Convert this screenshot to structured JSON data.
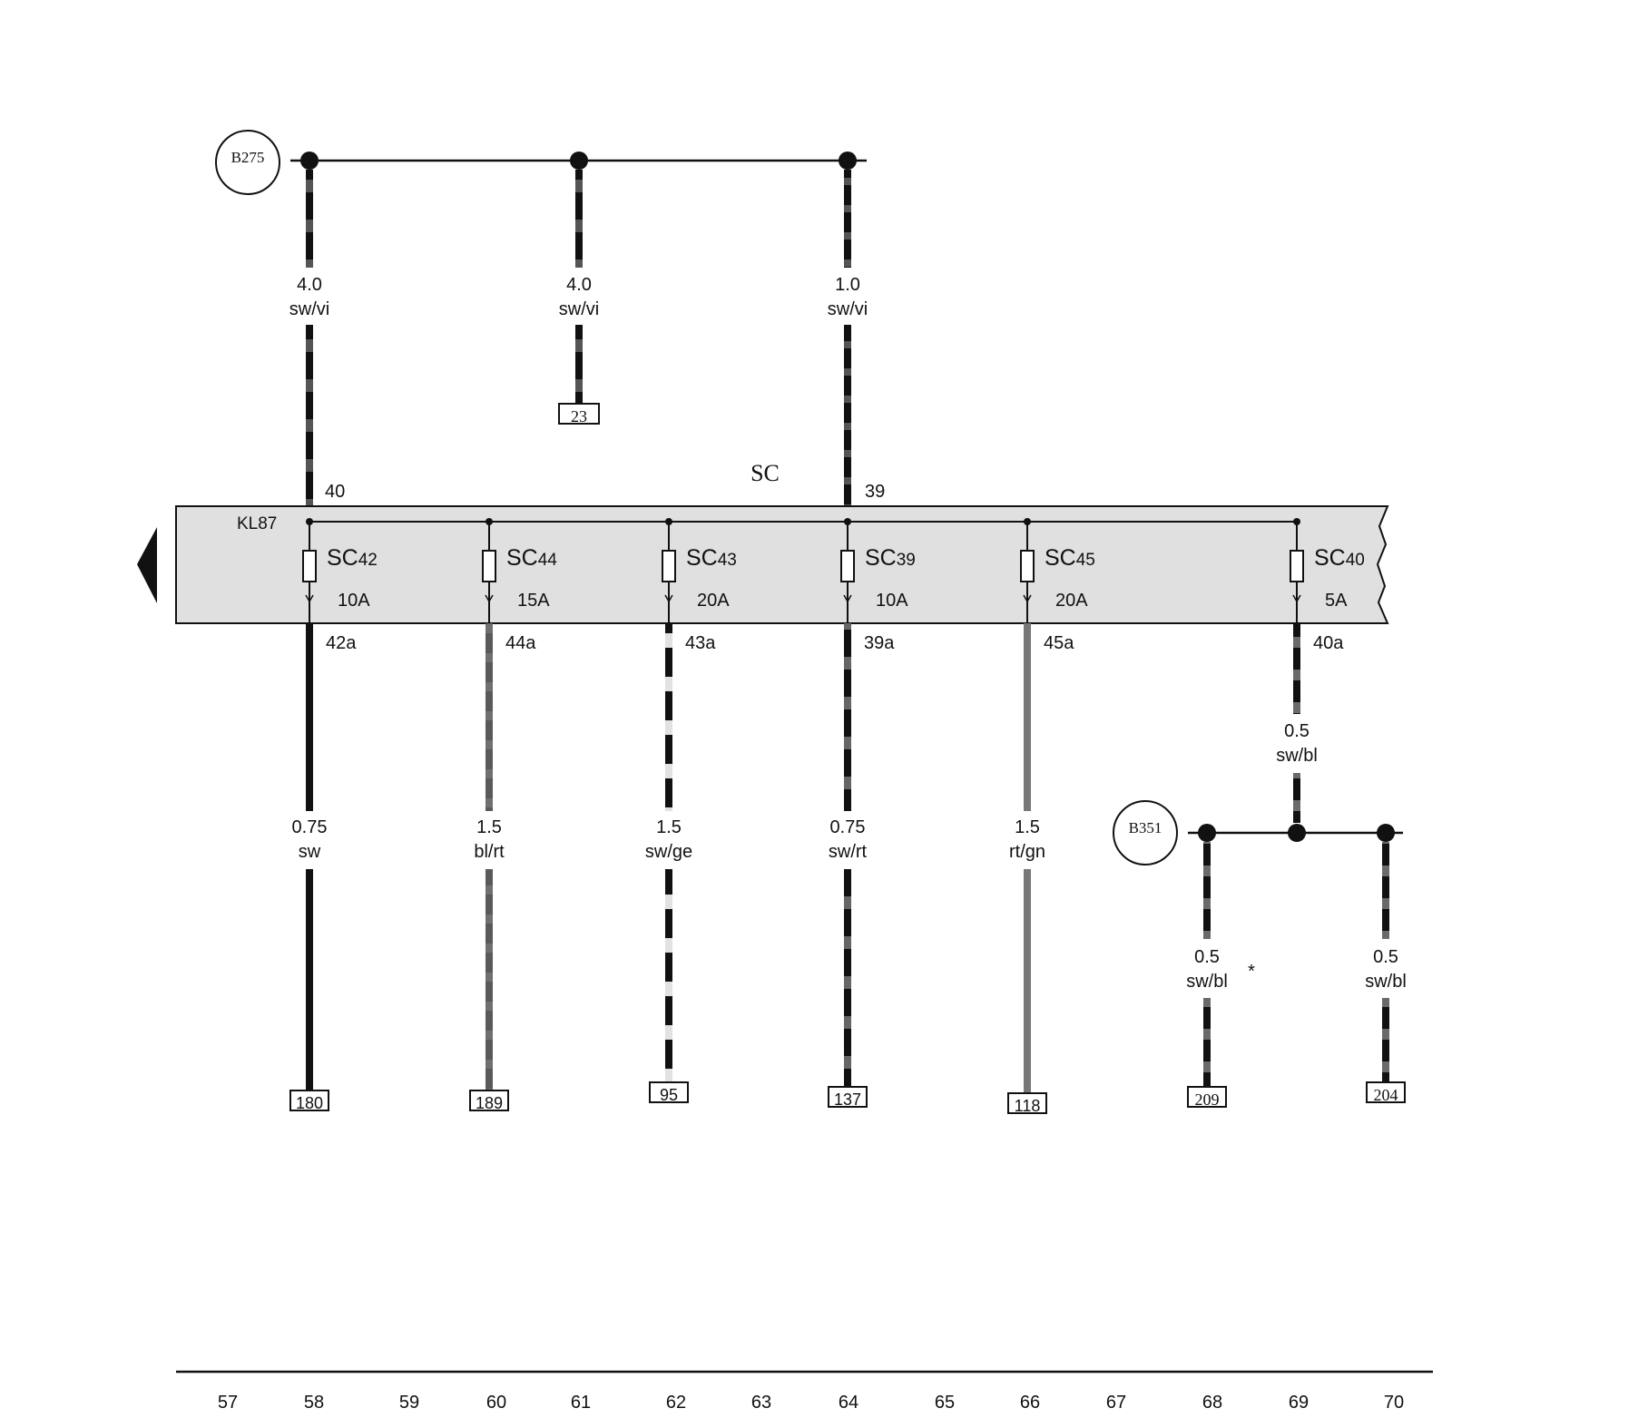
{
  "top_bus": {
    "connector": "B275",
    "wires": [
      {
        "gauge": "4.0",
        "color": "sw/vi",
        "terminal": "40"
      },
      {
        "gauge": "4.0",
        "color": "sw/vi",
        "ref": "23"
      },
      {
        "gauge": "1.0",
        "color": "sw/vi",
        "terminal": "39"
      }
    ]
  },
  "fuse_box": {
    "name": "SC",
    "bus_label": "KL87",
    "fuses": [
      {
        "id": "SC",
        "num": "42",
        "rating": "10A",
        "out_terminal": "42a",
        "gauge": "0.75",
        "color": "sw",
        "ref": "180"
      },
      {
        "id": "SC",
        "num": "44",
        "rating": "15A",
        "out_terminal": "44a",
        "gauge": "1.5",
        "color": "bl/rt",
        "ref": "189"
      },
      {
        "id": "SC",
        "num": "43",
        "rating": "20A",
        "out_terminal": "43a",
        "gauge": "1.5",
        "color": "sw/ge",
        "ref": "95"
      },
      {
        "id": "SC",
        "num": "39",
        "rating": "10A",
        "out_terminal": "39a",
        "gauge": "0.75",
        "color": "sw/rt",
        "ref": "137"
      },
      {
        "id": "SC",
        "num": "45",
        "rating": "20A",
        "out_terminal": "45a",
        "gauge": "1.5",
        "color": "rt/gn",
        "ref": "118"
      },
      {
        "id": "SC",
        "num": "40",
        "rating": "5A",
        "out_terminal": "40a",
        "gauge": "0.5",
        "color": "sw/bl"
      }
    ]
  },
  "lower_bus": {
    "connector": "B351",
    "asterisk": "*",
    "wires": [
      {
        "gauge": "0.5",
        "color": "sw/bl",
        "ref": "209"
      },
      {
        "gauge": "0.5",
        "color": "sw/bl",
        "ref": "204"
      }
    ]
  },
  "grid_numbers": [
    "57",
    "58",
    "59",
    "60",
    "61",
    "62",
    "63",
    "64",
    "65",
    "66",
    "67",
    "68",
    "69",
    "70"
  ],
  "colors": {
    "fuse_box_fill": "#e0e0e0",
    "line": "#111111",
    "wire_black": "#111111",
    "wire_violet_stripe": "#555555",
    "wire_blue_stripe": "#6a6a6a",
    "wire_red": "#777777",
    "wire_yellow_stripe": "#e6e6e6",
    "wire_red_green": "#8a8a8a"
  }
}
